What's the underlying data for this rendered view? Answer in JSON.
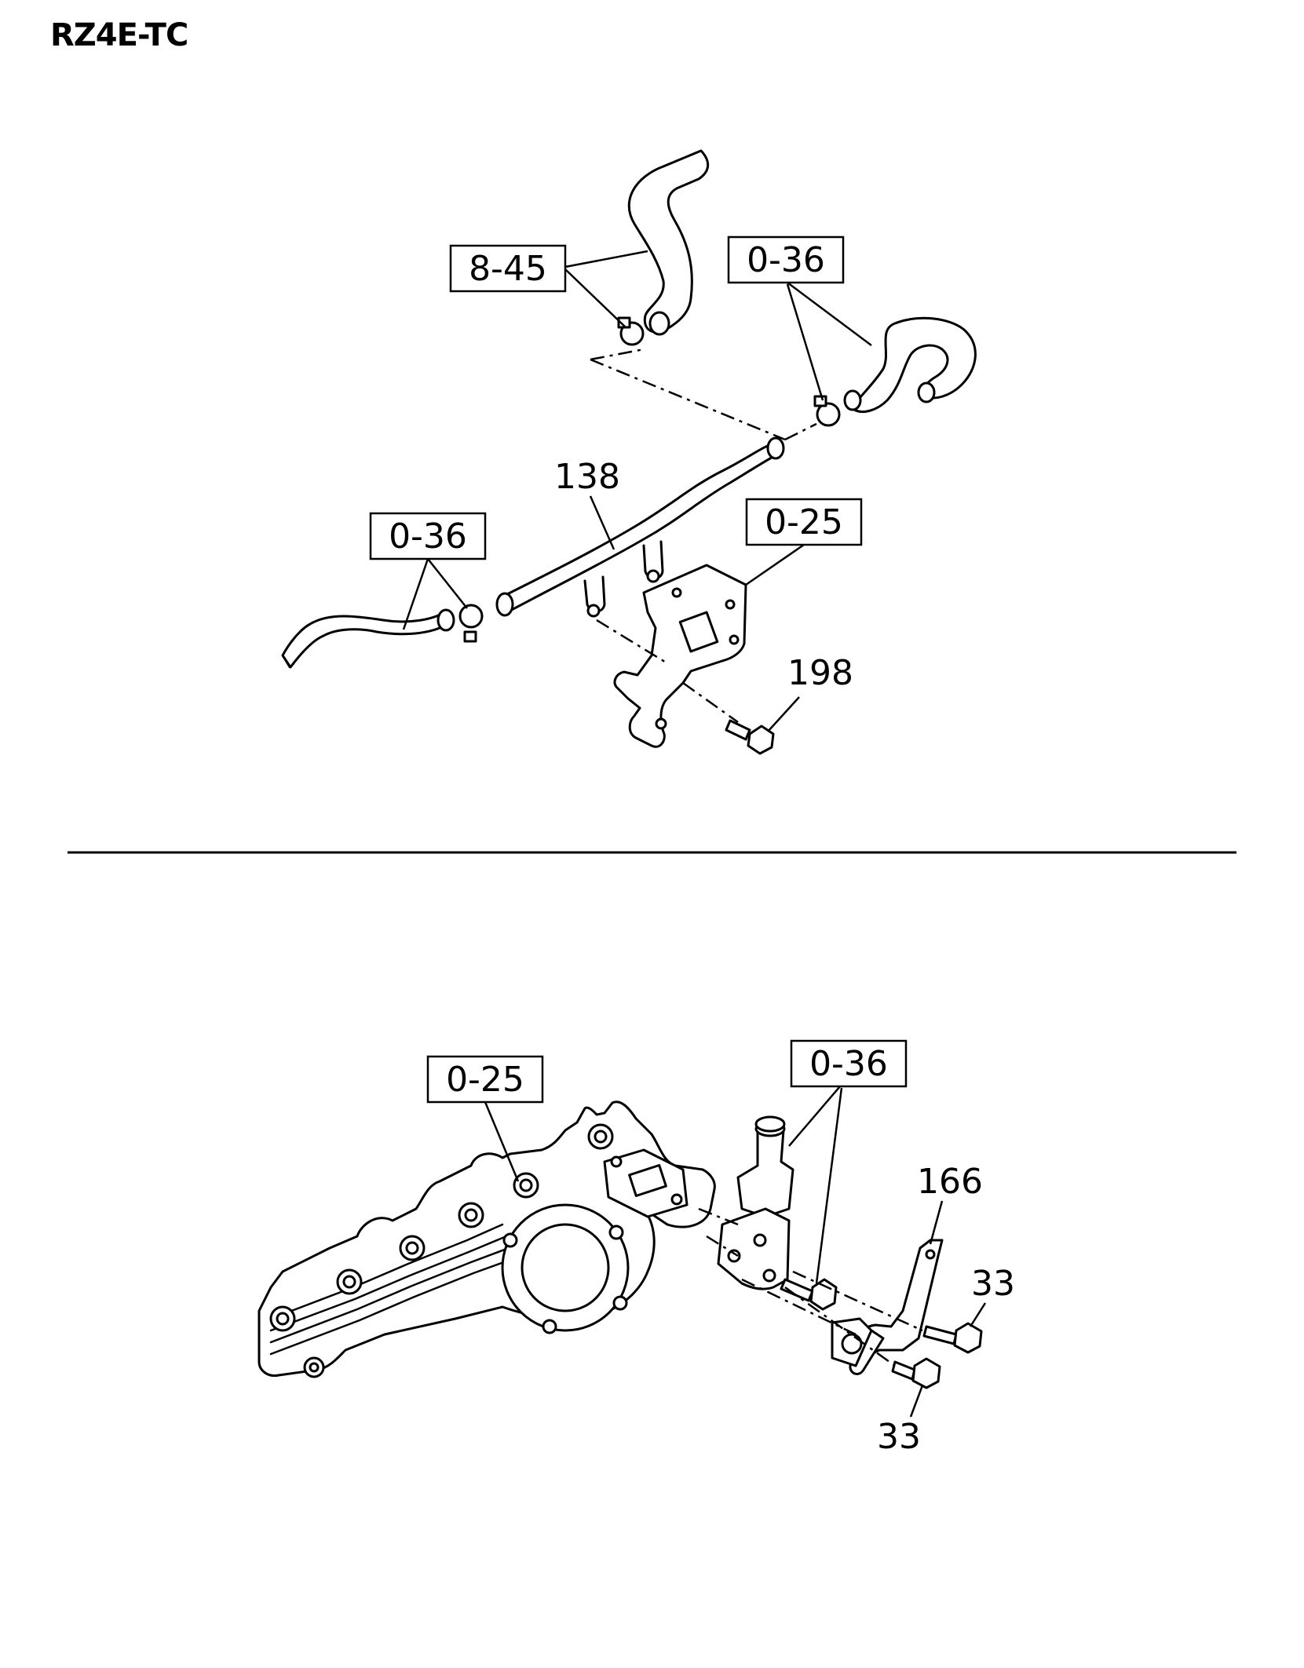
{
  "header": {
    "title": "RZ4E-TC"
  },
  "top_view": {
    "callouts": {
      "ref_8_45": "8-45",
      "ref_0_36_right": "0-36",
      "ref_0_36_left": "0-36",
      "ref_0_25": "0-25",
      "part_138": "138",
      "part_198": "198"
    }
  },
  "bottom_view": {
    "callouts": {
      "ref_0_25": "0-25",
      "ref_0_36": "0-36",
      "part_166": "166",
      "part_33_right": "33",
      "part_33_bottom": "33"
    }
  },
  "colors": {
    "ink": "#000000",
    "paper": "#ffffff"
  }
}
